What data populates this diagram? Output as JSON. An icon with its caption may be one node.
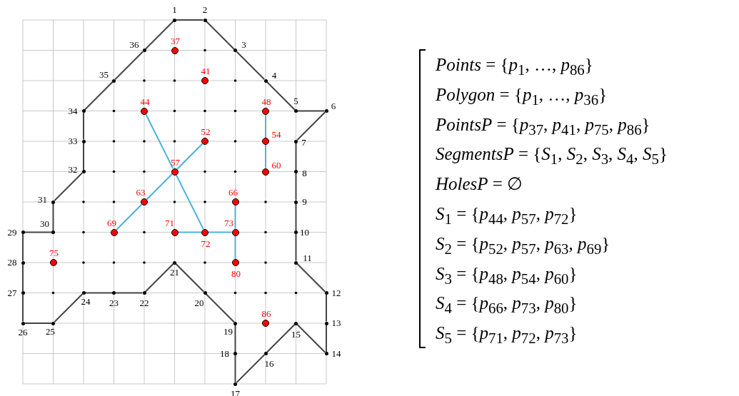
{
  "diagram": {
    "nodes": [
      {
        "text": [
          "1"
        ]
      },
      {
        "text": [
          "2"
        ]
      },
      {
        "text": [
          "3"
        ]
      },
      {
        "text": [
          "4"
        ]
      },
      {
        "text": [
          "5"
        ]
      },
      {
        "text": [
          "6"
        ]
      },
      {
        "text": [
          "7"
        ]
      },
      {
        "text": [
          "8"
        ]
      },
      {
        "text": [
          "9"
        ]
      },
      {
        "text": [
          "10"
        ]
      },
      {
        "text": [
          "11"
        ]
      },
      {
        "text": [
          "12"
        ]
      },
      {
        "text": [
          "13"
        ]
      },
      {
        "text": [
          "14"
        ]
      },
      {
        "text": [
          "15"
        ]
      },
      {
        "text": [
          "16"
        ]
      },
      {
        "text": [
          "17"
        ]
      },
      {
        "text": [
          "18"
        ]
      },
      {
        "text": [
          "19"
        ]
      },
      {
        "text": [
          "20"
        ]
      },
      {
        "text": [
          "21"
        ]
      },
      {
        "text": [
          "22"
        ]
      },
      {
        "text": [
          "23"
        ]
      },
      {
        "text": [
          "24"
        ]
      },
      {
        "text": [
          "25"
        ]
      },
      {
        "text": [
          "26"
        ]
      },
      {
        "text": [
          "27"
        ]
      },
      {
        "text": [
          "28"
        ]
      },
      {
        "text": [
          "29"
        ]
      },
      {
        "text": [
          "30"
        ]
      },
      {
        "text": [
          "31"
        ]
      },
      {
        "text": [
          "32"
        ]
      },
      {
        "text": [
          "33"
        ]
      },
      {
        "text": [
          "34"
        ]
      },
      {
        "text": [
          "35"
        ]
      },
      {
        "text": [
          "36"
        ]
      },
      {
        "text": [
          "37"
        ]
      },
      {
        "text": [
          "41"
        ]
      },
      {
        "text": [
          "44"
        ]
      },
      {
        "text": [
          "48"
        ]
      },
      {
        "text": [
          "52"
        ]
      },
      {
        "text": [
          "54"
        ]
      },
      {
        "text": [
          "57"
        ]
      },
      {
        "text": [
          "60"
        ]
      },
      {
        "text": [
          "63"
        ]
      },
      {
        "text": [
          "66"
        ]
      },
      {
        "text": [
          "69"
        ]
      },
      {
        "text": [
          "71"
        ]
      },
      {
        "text": [
          "72"
        ]
      },
      {
        "text": [
          "73"
        ]
      },
      {
        "text": [
          "75"
        ]
      },
      {
        "text": [
          "80"
        ]
      },
      {
        "text": [
          "86"
        ]
      }
    ],
    "edges": [
      {
        "from": 0,
        "to": 1,
        "arrow": "none"
      },
      {
        "from": 1,
        "to": 2,
        "arrow": "none"
      },
      {
        "from": 2,
        "to": 3,
        "arrow": "none"
      },
      {
        "from": 3,
        "to": 4,
        "arrow": "none"
      },
      {
        "from": 4,
        "to": 5,
        "arrow": "none"
      },
      {
        "from": 5,
        "to": 6,
        "arrow": "none"
      },
      {
        "from": 6,
        "to": 7,
        "arrow": "none"
      },
      {
        "from": 7,
        "to": 8,
        "arrow": "none"
      },
      {
        "from": 8,
        "to": 9,
        "arrow": "none"
      },
      {
        "from": 9,
        "to": 10,
        "arrow": "none"
      },
      {
        "from": 10,
        "to": 11,
        "arrow": "none"
      },
      {
        "from": 11,
        "to": 12,
        "arrow": "none"
      },
      {
        "from": 12,
        "to": 13,
        "arrow": "none"
      },
      {
        "from": 13,
        "to": 14,
        "arrow": "none"
      },
      {
        "from": 14,
        "to": 15,
        "arrow": "none"
      },
      {
        "from": 15,
        "to": 16,
        "arrow": "none"
      },
      {
        "from": 16,
        "to": 17,
        "arrow": "none"
      },
      {
        "from": 17,
        "to": 18,
        "arrow": "none"
      },
      {
        "from": 18,
        "to": 19,
        "arrow": "none"
      },
      {
        "from": 19,
        "to": 20,
        "arrow": "none"
      },
      {
        "from": 20,
        "to": 21,
        "arrow": "none"
      },
      {
        "from": 21,
        "to": 22,
        "arrow": "none"
      },
      {
        "from": 22,
        "to": 23,
        "arrow": "none"
      },
      {
        "from": 23,
        "to": 24,
        "arrow": "none"
      },
      {
        "from": 24,
        "to": 25,
        "arrow": "none"
      },
      {
        "from": 25,
        "to": 26,
        "arrow": "none"
      },
      {
        "from": 26,
        "to": 27,
        "arrow": "none"
      },
      {
        "from": 27,
        "to": 28,
        "arrow": "none"
      },
      {
        "from": 28,
        "to": 29,
        "arrow": "none"
      },
      {
        "from": 29,
        "to": 30,
        "arrow": "none"
      },
      {
        "from": 30,
        "to": 31,
        "arrow": "none"
      },
      {
        "from": 31,
        "to": 32,
        "arrow": "none"
      },
      {
        "from": 32,
        "to": 33,
        "arrow": "none"
      },
      {
        "from": 33,
        "to": 34,
        "arrow": "none"
      },
      {
        "from": 34,
        "to": 35,
        "arrow": "none"
      },
      {
        "from": 35,
        "to": 0,
        "arrow": "none"
      },
      {
        "from": 38,
        "to": 42,
        "arrow": "none",
        "color": "#4ab3dc"
      },
      {
        "from": 42,
        "to": 48,
        "arrow": "none",
        "color": "#4ab3dc"
      },
      {
        "from": 40,
        "to": 42,
        "arrow": "none",
        "color": "#4ab3dc"
      },
      {
        "from": 42,
        "to": 44,
        "arrow": "none",
        "color": "#4ab3dc"
      },
      {
        "from": 44,
        "to": 46,
        "arrow": "none",
        "color": "#4ab3dc"
      },
      {
        "from": 39,
        "to": 41,
        "arrow": "none",
        "color": "#4ab3dc"
      },
      {
        "from": 41,
        "to": 43,
        "arrow": "none",
        "color": "#4ab3dc"
      },
      {
        "from": 45,
        "to": 49,
        "arrow": "none",
        "color": "#4ab3dc"
      },
      {
        "from": 49,
        "to": 51,
        "arrow": "none",
        "color": "#4ab3dc"
      },
      {
        "from": 47,
        "to": 48,
        "arrow": "none",
        "color": "#4ab3dc"
      },
      {
        "from": 48,
        "to": 49,
        "arrow": "none",
        "color": "#4ab3dc"
      }
    ],
    "labels": [
      "*Points* = {*p*$_{1}$, …, *p*$_{86}$}",
      "*Polygon* = {*p*$_{1}$, …, *p*$_{36}$}",
      "*PointsP* = {*p*$_{37}$, *p*$_{41}$, *p*$_{75}$, *p*$_{86}$}",
      "*SegmentsP* = {*S*$_{1}$, *S*$_{2}$, *S*$_{3}$, *S*$_{4}$, *S*$_{5}$}",
      "*HolesP* = ∅",
      "*S*$_{1}$ = {*p*$_{44}$, *p*$_{57}$, *p*$_{72}$}",
      "*S*$_{2}$ = {*p*$_{52}$, *p*$_{57}$, *p*$_{63}$, *p*$_{69}$}",
      "*S*$_{3}$ = {*p*$_{48}$, *p*$_{54}$, *p*$_{60}$}",
      "*S*$_{4}$ = {*p*$_{66}$, *p*$_{73}$, *p*$_{80}$}",
      "*S*$_{5}$ = {*p*$_{71}$, *p*$_{72}$, *p*$_{73}$}"
    ]
  }
}
